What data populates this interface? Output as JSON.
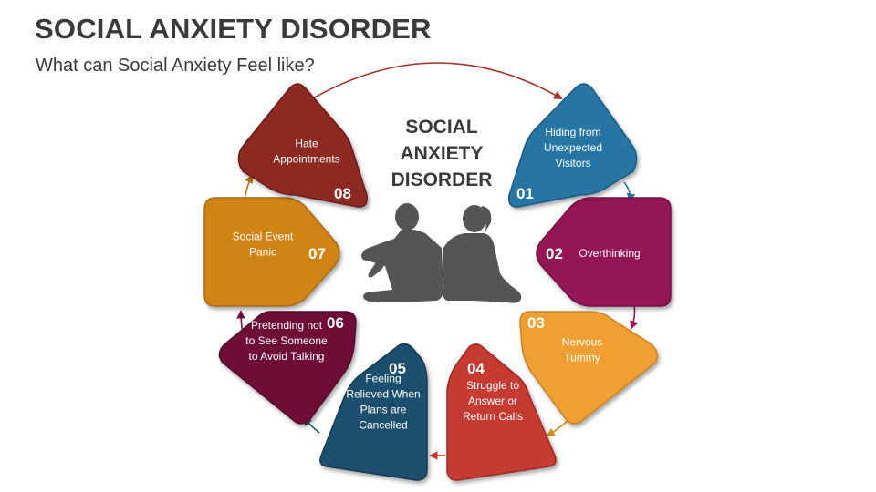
{
  "header": {
    "title": "SOCIAL ANXIETY DISORDER",
    "subtitle": "What can Social Anxiety Feel like?"
  },
  "center": {
    "lines": [
      "SOCIAL",
      "ANXIETY",
      "DISORDER"
    ],
    "illustration": "two-sitting-people-silhouette"
  },
  "segments": [
    {
      "number": "01",
      "lines": [
        "Hiding from",
        "Unexpected",
        "Visitors"
      ],
      "color": "#2574a4",
      "stroke": "#1a5a82"
    },
    {
      "number": "02",
      "lines": [
        "Overthinking"
      ],
      "color": "#951555",
      "stroke": "#741041"
    },
    {
      "number": "03",
      "lines": [
        "Nervous",
        "Tummy"
      ],
      "color": "#f0a030",
      "stroke": "#c98422"
    },
    {
      "number": "04",
      "lines": [
        "Struggle to",
        "Answer or",
        "Return Calls"
      ],
      "color": "#c53a30",
      "stroke": "#9d2c24"
    },
    {
      "number": "05",
      "lines": [
        "Feeling",
        "Relieved When",
        "Plans are",
        "Cancelled"
      ],
      "color": "#1d4f6e",
      "stroke": "#143a52"
    },
    {
      "number": "06",
      "lines": [
        "Pretending not",
        "to See Someone",
        "to Avoid Talking"
      ],
      "color": "#6d1039",
      "stroke": "#520b2a"
    },
    {
      "number": "07",
      "lines": [
        "Social Event",
        "Panic"
      ],
      "color": "#d08418",
      "stroke": "#a86a12"
    },
    {
      "number": "08",
      "lines": [
        "Hate",
        "Appointments"
      ],
      "color": "#8c2a24",
      "stroke": "#6b1f1a"
    }
  ]
}
